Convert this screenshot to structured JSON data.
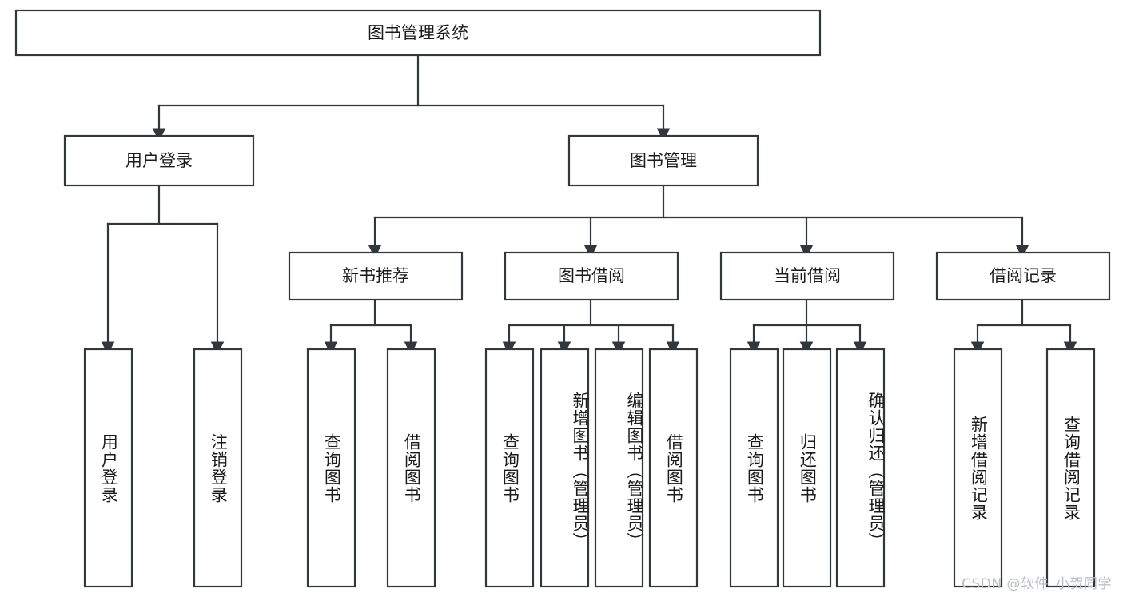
{
  "diagram": {
    "type": "tree-hierarchy",
    "title": "图书管理系统",
    "orientation": "top-down",
    "colors": {
      "box_stroke": "#32373b",
      "box_fill": "#ffffff",
      "text": "#1b1b1b",
      "background": "#ffffff",
      "watermark": "#b9bcc0"
    },
    "root": {
      "label": "图书管理系统"
    },
    "level2": [
      {
        "id": "user-login",
        "label": "用户登录"
      },
      {
        "id": "book-management",
        "label": "图书管理"
      }
    ],
    "level3": [
      {
        "id": "new-book-recommend",
        "label": "新书推荐",
        "parent": "book-management"
      },
      {
        "id": "book-borrow",
        "label": "图书借阅",
        "parent": "book-management"
      },
      {
        "id": "current-borrow",
        "label": "当前借阅",
        "parent": "book-management"
      },
      {
        "id": "borrow-record",
        "label": "借阅记录",
        "parent": "book-management"
      }
    ],
    "leaves": [
      {
        "id": "leaf-user-login",
        "label": "用户登录",
        "parent": "user-login"
      },
      {
        "id": "leaf-logout-login",
        "label": "注销登录",
        "parent": "user-login"
      },
      {
        "id": "leaf-query-book-1",
        "label": "查询图书",
        "parent": "new-book-recommend"
      },
      {
        "id": "leaf-borrow-book-1",
        "label": "借阅图书",
        "parent": "new-book-recommend"
      },
      {
        "id": "leaf-query-book-2",
        "label": "查询图书",
        "parent": "book-borrow"
      },
      {
        "id": "leaf-add-book",
        "label": "新增图书（管理员）",
        "parent": "book-borrow"
      },
      {
        "id": "leaf-edit-book",
        "label": "编辑图书（管理员）",
        "parent": "book-borrow"
      },
      {
        "id": "leaf-borrow-book-2",
        "label": "借阅图书",
        "parent": "book-borrow"
      },
      {
        "id": "leaf-query-book-3",
        "label": "查询图书",
        "parent": "current-borrow"
      },
      {
        "id": "leaf-return-book",
        "label": "归还图书",
        "parent": "current-borrow"
      },
      {
        "id": "leaf-confirm-return",
        "label": "确认归还（管理员）",
        "parent": "current-borrow"
      },
      {
        "id": "leaf-add-borrow-record",
        "label": "新增借阅记录",
        "parent": "borrow-record"
      },
      {
        "id": "leaf-query-borrow-record",
        "label": "查询借阅记录",
        "parent": "borrow-record"
      }
    ],
    "watermark": "CSDN @软件_小贺同学"
  }
}
